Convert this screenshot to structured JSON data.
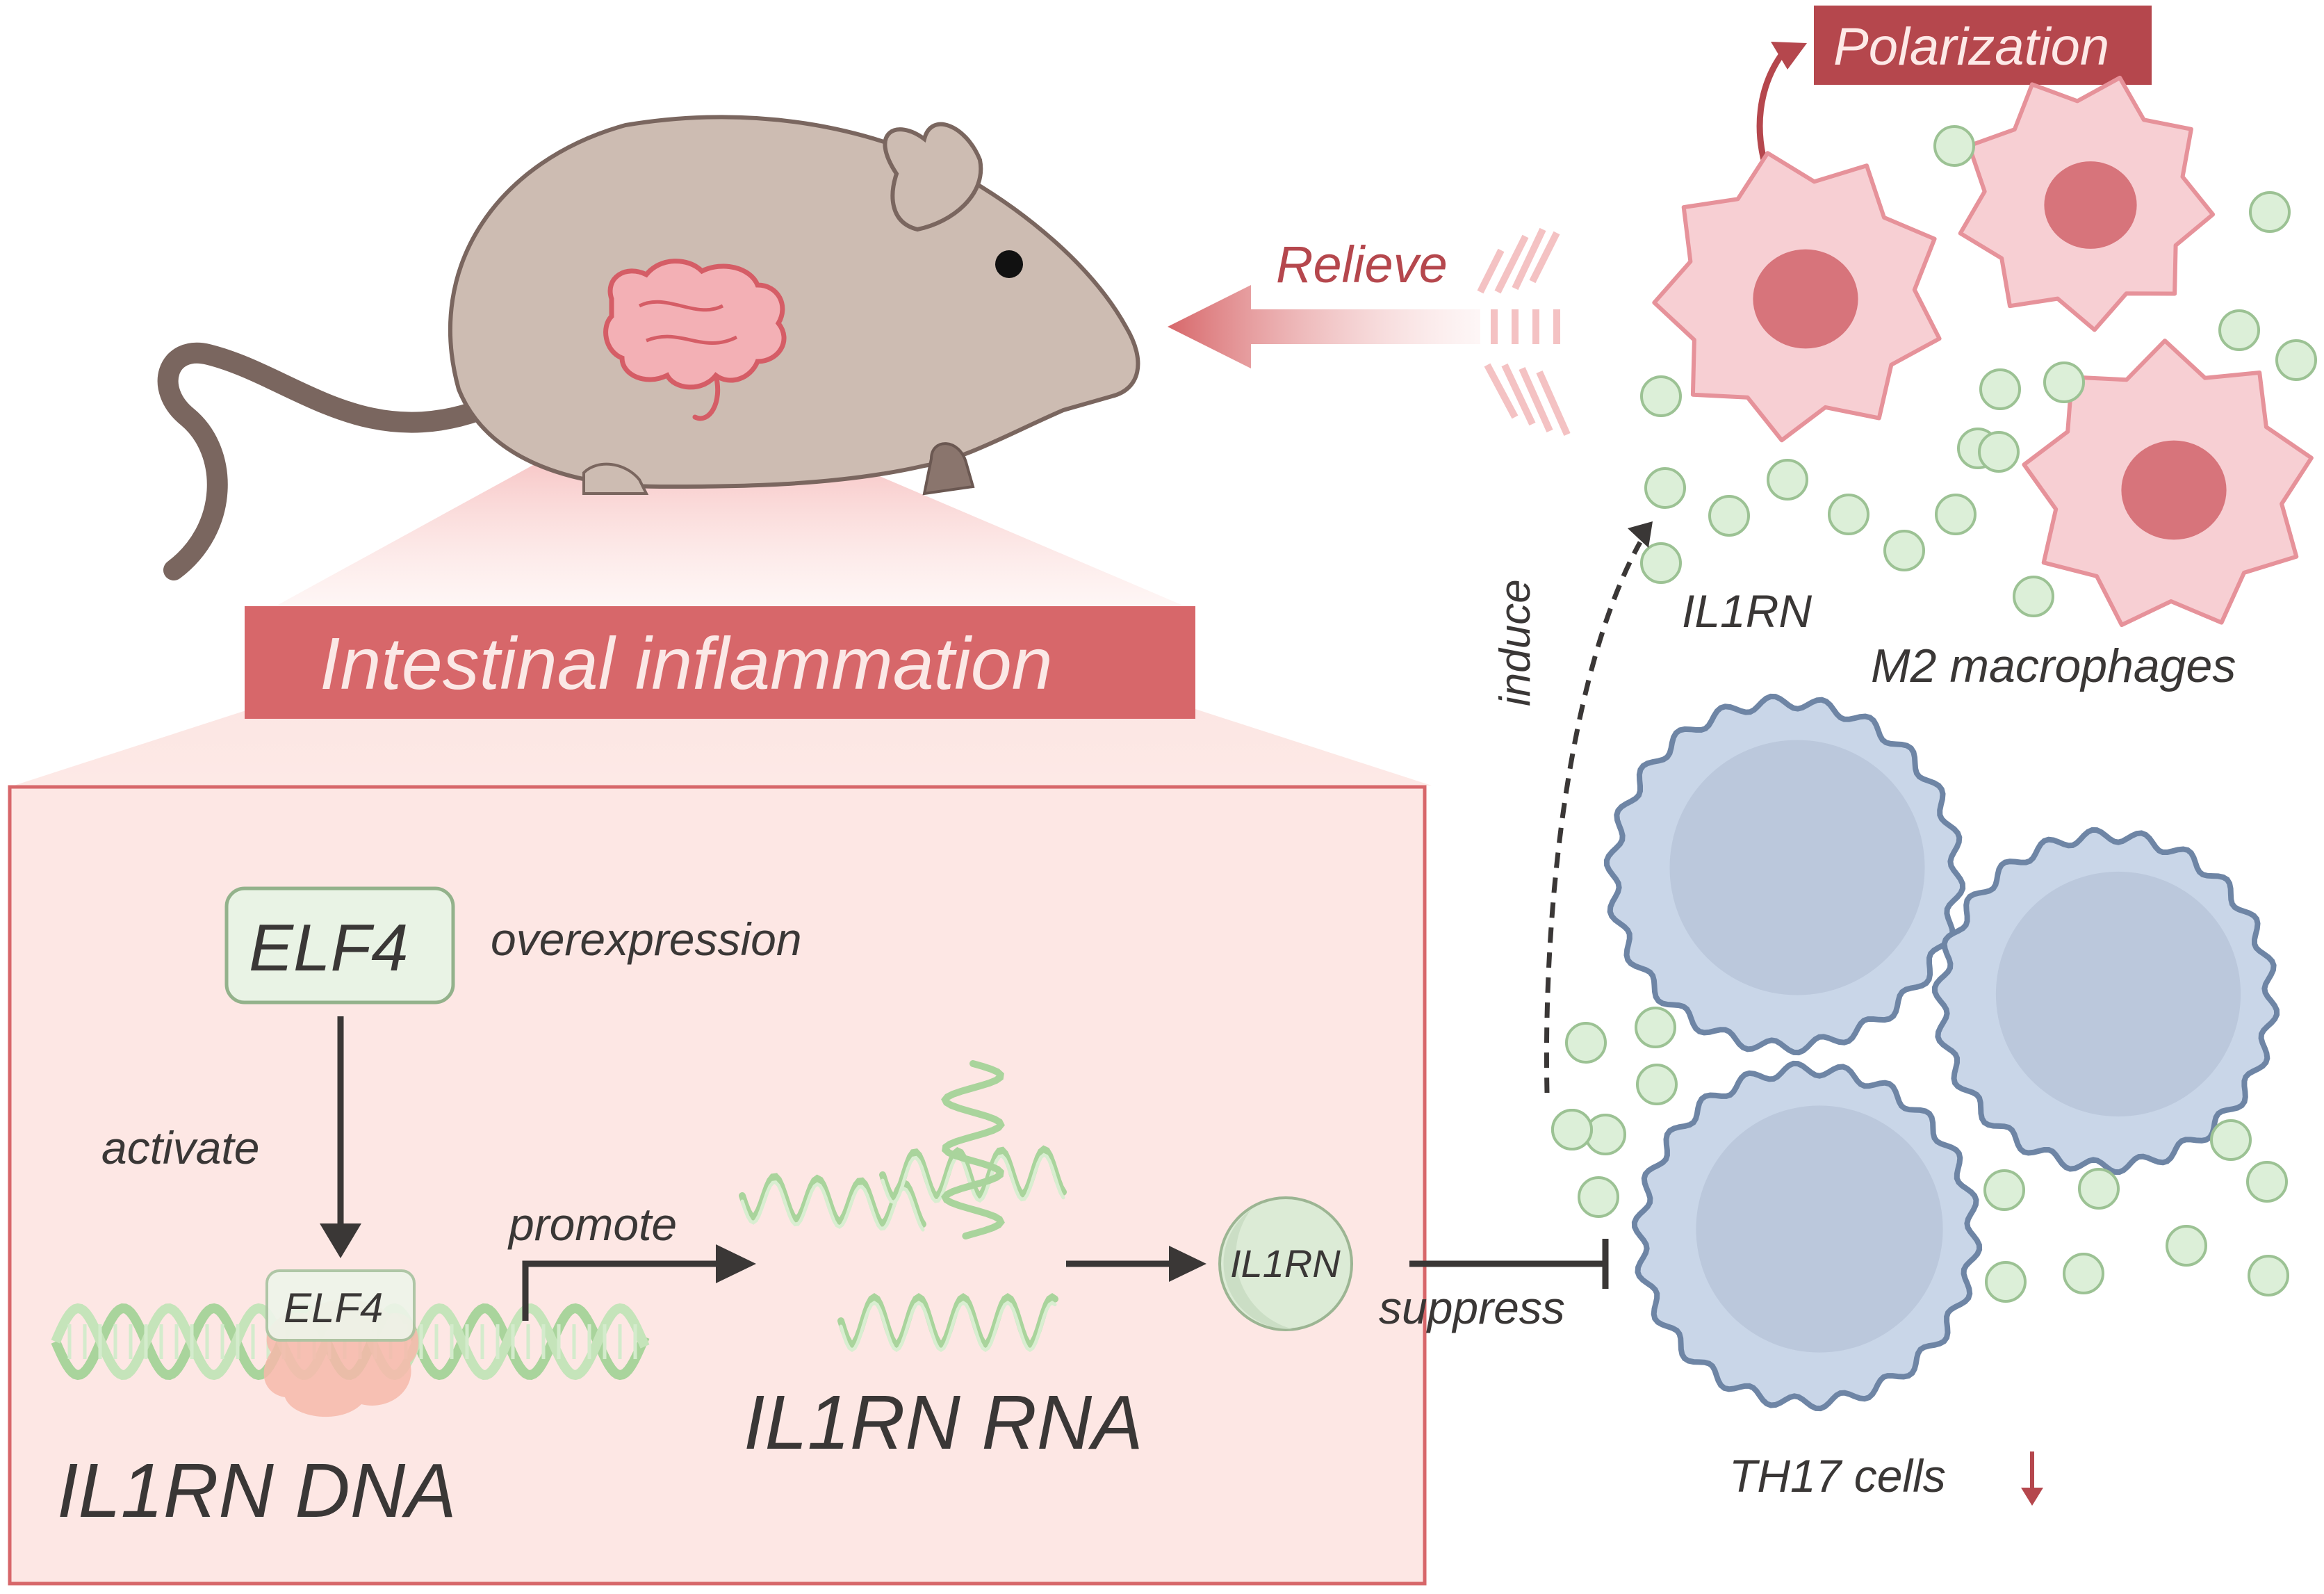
{
  "labels": {
    "polarization": "Polarization",
    "relieve": "Relieve",
    "il1rn_secreted": "IL1RN",
    "m2_macrophages": "M2 macrophages",
    "induce": "induce",
    "intestinal_inflammation": "Intestinal inflammation",
    "elf4_box": "ELF4",
    "overexpression": "overexpression",
    "activate": "activate",
    "elf4_bound": "ELF4",
    "promote": "promote",
    "il1rn_protein": "IL1RN",
    "suppress": "suppress",
    "il1rn_dna": "IL1RN DNA",
    "il1rn_rna": "IL1RN RNA",
    "th17_cells": "TH17 cells"
  },
  "colors": {
    "banner": "#d7676a",
    "polarization_box": "#b5474d",
    "mouse_body": "#cdbcb2",
    "macrophage_fill": "#f7cfd3",
    "macrophage_nucleus": "#d7747b",
    "th17_fill": "#c9d6e8",
    "th17_stroke": "#6e85a5",
    "il1rn_particle": "#dcefd8",
    "panel_bg": "#fde7e4",
    "panel_border": "#d7676a"
  },
  "icons": {
    "decrease_arrow": "down-arrow-icon"
  }
}
